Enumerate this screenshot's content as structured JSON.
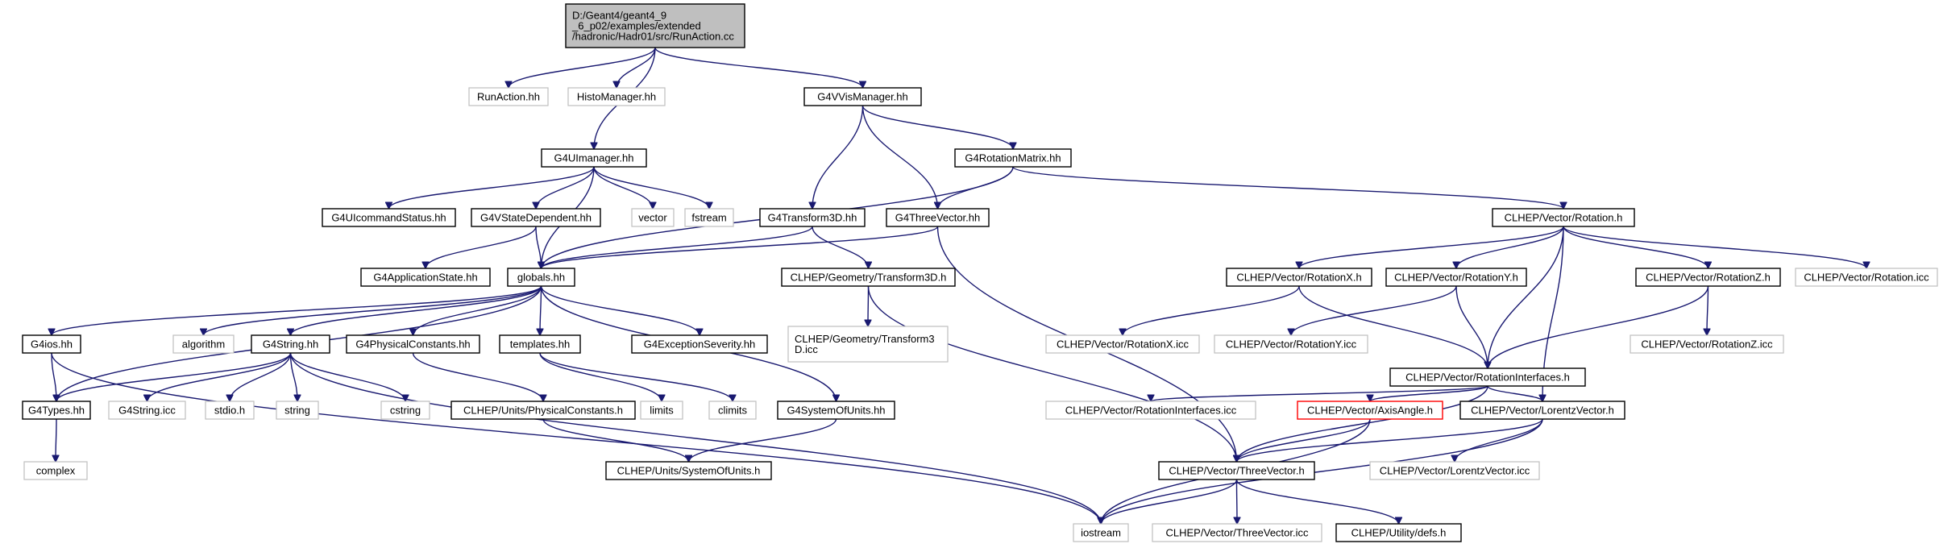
{
  "graph": {
    "nodes": [
      {
        "id": "runaction_cc",
        "label": "D:/Geant4/geant4_9\n_6_p02/examples/extended\n/hadronic/Hadr01/src/RunAction.cc",
        "kind": "root"
      },
      {
        "id": "runaction_hh",
        "label": "RunAction.hh",
        "kind": "ext"
      },
      {
        "id": "histomanager_hh",
        "label": "HistoManager.hh",
        "kind": "ext"
      },
      {
        "id": "g4vvismanager_hh",
        "label": "G4VVisManager.hh",
        "kind": "doc"
      },
      {
        "id": "g4uimanager_hh",
        "label": "G4UImanager.hh",
        "kind": "doc"
      },
      {
        "id": "g4rotationmatrix_hh",
        "label": "G4RotationMatrix.hh",
        "kind": "doc"
      },
      {
        "id": "g4uicommandstatus_hh",
        "label": "G4UIcommandStatus.hh",
        "kind": "doc"
      },
      {
        "id": "g4vstatedependent_hh",
        "label": "G4VStateDependent.hh",
        "kind": "doc"
      },
      {
        "id": "vector",
        "label": "vector",
        "kind": "ext"
      },
      {
        "id": "fstream",
        "label": "fstream",
        "kind": "ext"
      },
      {
        "id": "g4transform3d_hh",
        "label": "G4Transform3D.hh",
        "kind": "doc"
      },
      {
        "id": "g4threevector_hh",
        "label": "G4ThreeVector.hh",
        "kind": "doc"
      },
      {
        "id": "clhep_rotation_h",
        "label": "CLHEP/Vector/Rotation.h",
        "kind": "doc"
      },
      {
        "id": "g4applicationstate_hh",
        "label": "G4ApplicationState.hh",
        "kind": "doc"
      },
      {
        "id": "globals_hh",
        "label": "globals.hh",
        "kind": "doc"
      },
      {
        "id": "clhep_geom_transform3d_h",
        "label": "CLHEP/Geometry/Transform3D.h",
        "kind": "doc"
      },
      {
        "id": "clhep_rotationx_h",
        "label": "CLHEP/Vector/RotationX.h",
        "kind": "doc"
      },
      {
        "id": "clhep_rotationy_h",
        "label": "CLHEP/Vector/RotationY.h",
        "kind": "doc"
      },
      {
        "id": "clhep_rotationz_h",
        "label": "CLHEP/Vector/RotationZ.h",
        "kind": "doc"
      },
      {
        "id": "clhep_rotation_icc",
        "label": "CLHEP/Vector/Rotation.icc",
        "kind": "ext"
      },
      {
        "id": "g4ios_hh",
        "label": "G4ios.hh",
        "kind": "doc"
      },
      {
        "id": "algorithm",
        "label": "algorithm",
        "kind": "ext"
      },
      {
        "id": "g4string_hh",
        "label": "G4String.hh",
        "kind": "doc"
      },
      {
        "id": "g4physicalconstants_hh",
        "label": "G4PhysicalConstants.hh",
        "kind": "doc"
      },
      {
        "id": "templates_hh",
        "label": "templates.hh",
        "kind": "doc"
      },
      {
        "id": "g4exceptionseverity_hh",
        "label": "G4ExceptionSeverity.hh",
        "kind": "doc"
      },
      {
        "id": "clhep_geom_transform3d_icc",
        "label": "CLHEP/Geometry/Transform3\nD.icc",
        "kind": "ext"
      },
      {
        "id": "clhep_rotationx_icc",
        "label": "CLHEP/Vector/RotationX.icc",
        "kind": "ext"
      },
      {
        "id": "clhep_rotationy_icc",
        "label": "CLHEP/Vector/RotationY.icc",
        "kind": "ext"
      },
      {
        "id": "clhep_rotationinterfaces_h",
        "label": "CLHEP/Vector/RotationInterfaces.h",
        "kind": "doc"
      },
      {
        "id": "clhep_rotationz_icc",
        "label": "CLHEP/Vector/RotationZ.icc",
        "kind": "ext"
      },
      {
        "id": "g4types_hh",
        "label": "G4Types.hh",
        "kind": "doc"
      },
      {
        "id": "g4string_icc",
        "label": "G4String.icc",
        "kind": "ext"
      },
      {
        "id": "stdio_h",
        "label": "stdio.h",
        "kind": "ext"
      },
      {
        "id": "string",
        "label": "string",
        "kind": "ext"
      },
      {
        "id": "cstring",
        "label": "cstring",
        "kind": "ext"
      },
      {
        "id": "clhep_units_physicalconstants_h",
        "label": "CLHEP/Units/PhysicalConstants.h",
        "kind": "doc"
      },
      {
        "id": "limits",
        "label": "limits",
        "kind": "ext"
      },
      {
        "id": "climits",
        "label": "climits",
        "kind": "ext"
      },
      {
        "id": "g4systemofunits_hh",
        "label": "G4SystemOfUnits.hh",
        "kind": "doc"
      },
      {
        "id": "clhep_rotationinterfaces_icc",
        "label": "CLHEP/Vector/RotationInterfaces.icc",
        "kind": "ext"
      },
      {
        "id": "clhep_axisangle_h",
        "label": "CLHEP/Vector/AxisAngle.h",
        "kind": "err"
      },
      {
        "id": "clhep_lorentzvector_h",
        "label": "CLHEP/Vector/LorentzVector.h",
        "kind": "doc"
      },
      {
        "id": "complex",
        "label": "complex",
        "kind": "ext"
      },
      {
        "id": "clhep_units_systemofunits_h",
        "label": "CLHEP/Units/SystemOfUnits.h",
        "kind": "doc"
      },
      {
        "id": "clhep_threevector_h",
        "label": "CLHEP/Vector/ThreeVector.h",
        "kind": "doc"
      },
      {
        "id": "clhep_lorentzvector_icc",
        "label": "CLHEP/Vector/LorentzVector.icc",
        "kind": "ext"
      },
      {
        "id": "iostream",
        "label": "iostream",
        "kind": "ext"
      },
      {
        "id": "clhep_threevector_icc",
        "label": "CLHEP/Vector/ThreeVector.icc",
        "kind": "ext"
      },
      {
        "id": "clhep_utility_defs_h",
        "label": "CLHEP/Utility/defs.h",
        "kind": "doc"
      }
    ],
    "edges": [
      [
        "runaction_cc",
        "runaction_hh"
      ],
      [
        "runaction_cc",
        "histomanager_hh"
      ],
      [
        "runaction_cc",
        "g4vvismanager_hh"
      ],
      [
        "runaction_cc",
        "g4uimanager_hh"
      ],
      [
        "g4vvismanager_hh",
        "g4transform3d_hh"
      ],
      [
        "g4vvismanager_hh",
        "g4threevector_hh"
      ],
      [
        "g4vvismanager_hh",
        "g4rotationmatrix_hh"
      ],
      [
        "g4uimanager_hh",
        "g4uicommandstatus_hh"
      ],
      [
        "g4uimanager_hh",
        "g4vstatedependent_hh"
      ],
      [
        "g4uimanager_hh",
        "vector"
      ],
      [
        "g4uimanager_hh",
        "fstream"
      ],
      [
        "g4uimanager_hh",
        "globals_hh"
      ],
      [
        "g4rotationmatrix_hh",
        "g4threevector_hh"
      ],
      [
        "g4rotationmatrix_hh",
        "globals_hh"
      ],
      [
        "g4rotationmatrix_hh",
        "clhep_rotation_h"
      ],
      [
        "g4vstatedependent_hh",
        "g4applicationstate_hh"
      ],
      [
        "g4vstatedependent_hh",
        "globals_hh"
      ],
      [
        "g4transform3d_hh",
        "globals_hh"
      ],
      [
        "g4transform3d_hh",
        "clhep_geom_transform3d_h"
      ],
      [
        "g4threevector_hh",
        "globals_hh"
      ],
      [
        "g4threevector_hh",
        "clhep_threevector_h"
      ],
      [
        "clhep_rotation_h",
        "clhep_rotationx_h"
      ],
      [
        "clhep_rotation_h",
        "clhep_rotationy_h"
      ],
      [
        "clhep_rotation_h",
        "clhep_rotationz_h"
      ],
      [
        "clhep_rotation_h",
        "clhep_rotation_icc"
      ],
      [
        "clhep_rotation_h",
        "clhep_rotationinterfaces_h"
      ],
      [
        "clhep_rotation_h",
        "clhep_lorentzvector_h"
      ],
      [
        "globals_hh",
        "g4ios_hh"
      ],
      [
        "globals_hh",
        "algorithm"
      ],
      [
        "globals_hh",
        "g4string_hh"
      ],
      [
        "globals_hh",
        "g4physicalconstants_hh"
      ],
      [
        "globals_hh",
        "templates_hh"
      ],
      [
        "globals_hh",
        "g4exceptionseverity_hh"
      ],
      [
        "globals_hh",
        "g4systemofunits_hh"
      ],
      [
        "globals_hh",
        "g4types_hh"
      ],
      [
        "clhep_geom_transform3d_h",
        "clhep_geom_transform3d_icc"
      ],
      [
        "clhep_geom_transform3d_h",
        "clhep_threevector_h"
      ],
      [
        "clhep_rotationx_h",
        "clhep_rotationx_icc"
      ],
      [
        "clhep_rotationx_h",
        "clhep_rotationinterfaces_h"
      ],
      [
        "clhep_rotationy_h",
        "clhep_rotationy_icc"
      ],
      [
        "clhep_rotationy_h",
        "clhep_rotationinterfaces_h"
      ],
      [
        "clhep_rotationz_h",
        "clhep_rotationz_icc"
      ],
      [
        "clhep_rotationz_h",
        "clhep_rotationinterfaces_h"
      ],
      [
        "g4ios_hh",
        "g4types_hh"
      ],
      [
        "g4ios_hh",
        "iostream"
      ],
      [
        "g4string_hh",
        "g4types_hh"
      ],
      [
        "g4string_hh",
        "g4string_icc"
      ],
      [
        "g4string_hh",
        "stdio_h"
      ],
      [
        "g4string_hh",
        "string"
      ],
      [
        "g4string_hh",
        "cstring"
      ],
      [
        "g4string_hh",
        "iostream"
      ],
      [
        "g4physicalconstants_hh",
        "clhep_units_physicalconstants_h"
      ],
      [
        "templates_hh",
        "limits"
      ],
      [
        "templates_hh",
        "climits"
      ],
      [
        "g4systemofunits_hh",
        "clhep_units_systemofunits_h"
      ],
      [
        "clhep_units_physicalconstants_h",
        "clhep_units_systemofunits_h"
      ],
      [
        "clhep_rotationinterfaces_h",
        "clhep_rotationinterfaces_icc"
      ],
      [
        "clhep_rotationinterfaces_h",
        "clhep_axisangle_h"
      ],
      [
        "clhep_rotationinterfaces_h",
        "clhep_lorentzvector_h"
      ],
      [
        "clhep_rotationinterfaces_h",
        "clhep_threevector_h"
      ],
      [
        "clhep_axisangle_h",
        "clhep_threevector_h"
      ],
      [
        "clhep_axisangle_h",
        "iostream"
      ],
      [
        "clhep_lorentzvector_h",
        "clhep_threevector_h"
      ],
      [
        "clhep_lorentzvector_h",
        "clhep_lorentzvector_icc"
      ],
      [
        "clhep_lorentzvector_h",
        "iostream"
      ],
      [
        "g4types_hh",
        "complex"
      ],
      [
        "clhep_threevector_h",
        "iostream"
      ],
      [
        "clhep_threevector_h",
        "clhep_threevector_icc"
      ],
      [
        "clhep_threevector_h",
        "clhep_utility_defs_h"
      ]
    ]
  }
}
